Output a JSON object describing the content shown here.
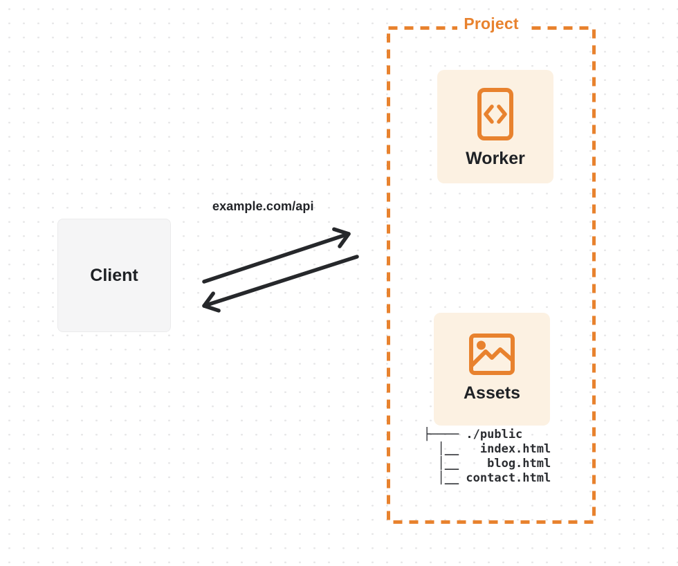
{
  "colors": {
    "accent": "#E8822E",
    "card_fill": "#FCF1E2",
    "client_fill": "#F5F5F6",
    "ink": "#26282B",
    "dot": "#E7E7E8"
  },
  "client": {
    "label": "Client"
  },
  "request": {
    "url_label": "example.com/api"
  },
  "project": {
    "label": "Project",
    "worker": {
      "label": "Worker",
      "icon": "code-file-icon"
    },
    "assets": {
      "label": "Assets",
      "icon": "image-icon"
    },
    "file_tree": {
      "root": "./public",
      "files": [
        "index.html",
        "blog.html",
        "contact.html"
      ]
    }
  }
}
